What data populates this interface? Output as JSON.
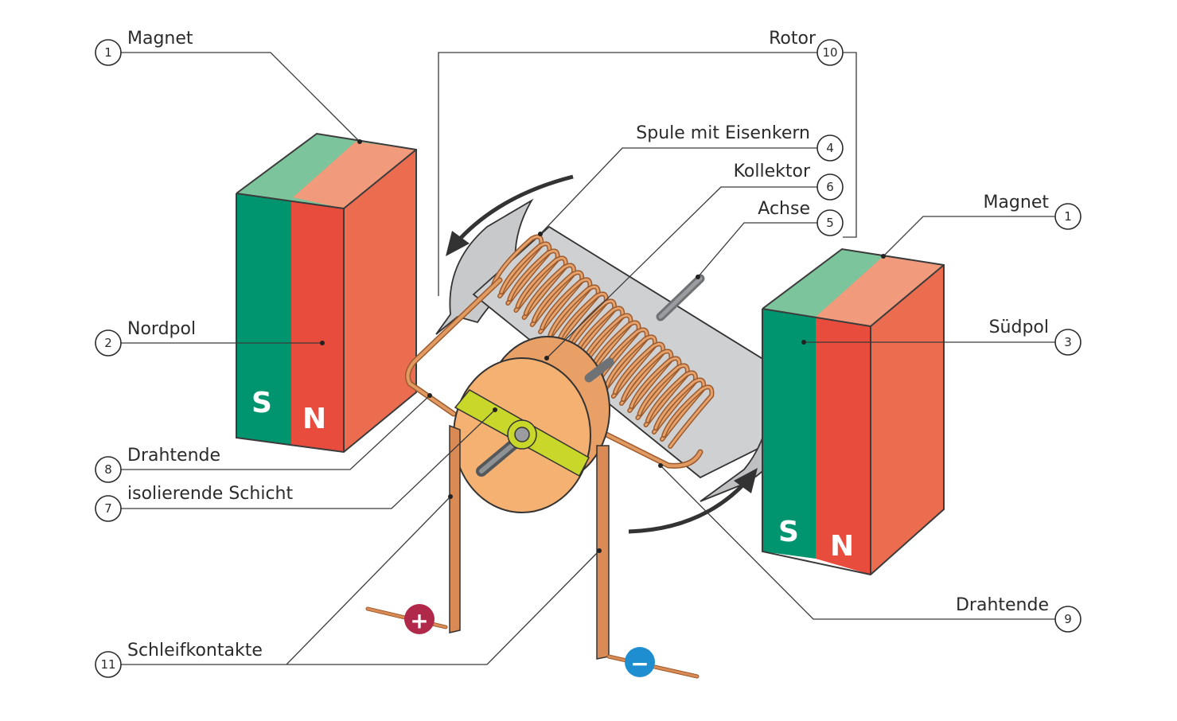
{
  "labels": {
    "magnet_left": "Magnet",
    "magnet_right": "Magnet",
    "nordpol": "Nordpol",
    "suedpol": "Südpol",
    "spule": "Spule mit Eisenkern",
    "kollektor": "Kollektor",
    "achse": "Achse",
    "rotor": "Rotor",
    "drahtende_left": "Drahtende",
    "drahtende_right": "Drahtende",
    "isolierende": "isolierende Schicht",
    "schleifkontakte": "Schleifkontakte"
  },
  "numbers": {
    "magnet_left": "1",
    "magnet_right": "1",
    "nordpol": "2",
    "suedpol": "3",
    "spule": "4",
    "achse": "5",
    "kollektor": "6",
    "isolierende": "7",
    "drahtende_left": "8",
    "drahtende_right": "9",
    "rotor": "10",
    "schleifkontakte": "11"
  },
  "poles": {
    "left_s": "S",
    "left_n": "N",
    "right_s": "S",
    "right_n": "N"
  },
  "terminals": {
    "plus": "+",
    "minus": "−"
  },
  "colors": {
    "magnet_green": "#00956f",
    "magnet_green_top": "#7cc49b",
    "magnet_red": "#e84c3d",
    "magnet_red_top": "#f19a7c",
    "magnet_side": "#ec6c50",
    "copper": "#d98a55",
    "iron": "#c8c9cb",
    "plus_terminal": "#b0294a",
    "minus_terminal": "#1e8ed0",
    "collector_yellow": "#c9d72a"
  }
}
